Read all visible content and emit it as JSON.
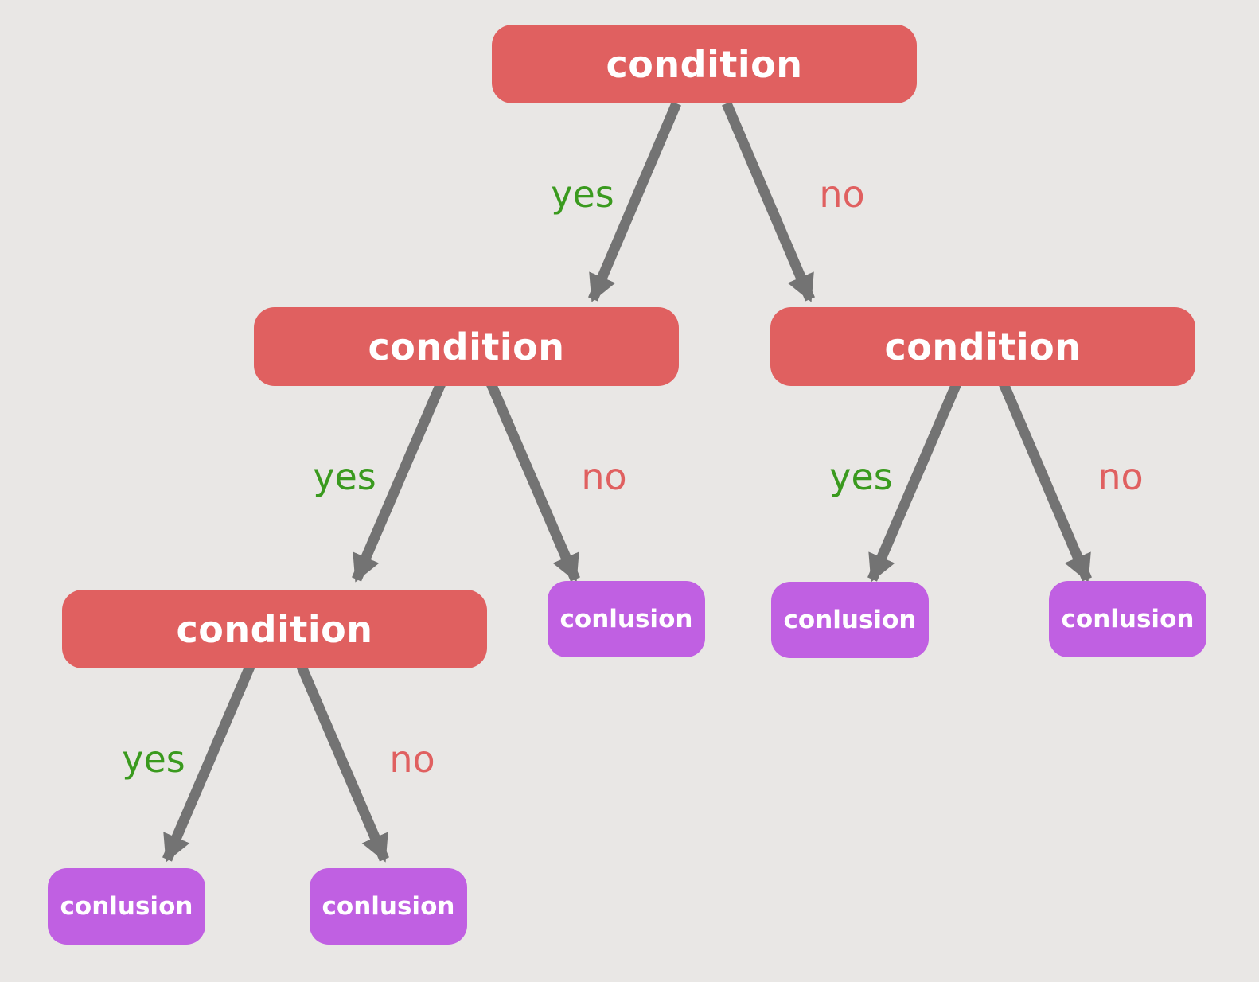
{
  "colors": {
    "background": "#e9e7e5",
    "condition": "#e06060",
    "conclusion": "#c060e2",
    "yes": "#3a9a1e",
    "no": "#e06060",
    "arrow": "#737373"
  },
  "nodes": {
    "root": "condition",
    "left": "condition",
    "right": "condition",
    "left_left": "condition",
    "left_right": "conlusion",
    "right_left": "conlusion",
    "right_right": "conlusion",
    "left_left_left": "conlusion",
    "left_left_right": "conlusion"
  },
  "branch_labels": {
    "yes": "yes",
    "no": "no"
  }
}
